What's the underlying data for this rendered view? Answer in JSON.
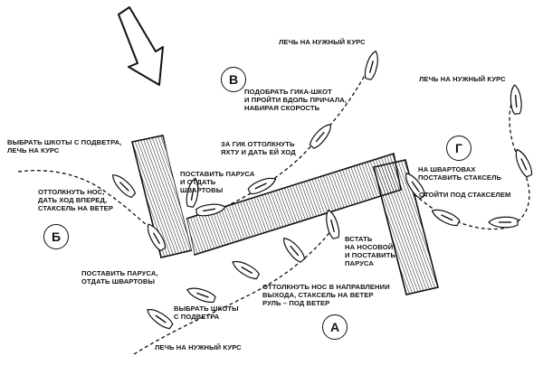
{
  "markers": {
    "a": "А",
    "b": "Б",
    "v": "В",
    "g": "Г"
  },
  "labels": {
    "v_course": "ЛЕЧЬ НА НУЖНЫЙ КУРС",
    "v_main": [
      "ПОДОБРАТЬ ГИКА-ШКОТ",
      "И ПРОЙТИ ВДОЛЬ ПРИЧАЛА,",
      "НАБИРАЯ СКОРОСТЬ"
    ],
    "v_push": [
      "ЗА ГИК ОТТОЛКНУТЬ",
      "ЯХТУ И ДАТЬ ЕЙ ХОД"
    ],
    "v_sails": [
      "ПОСТАВИТЬ ПАРУСА",
      "И ОТДАТЬ",
      "ШВАРТОВЫ"
    ],
    "g_course": "ЛЕЧЬ НА НУЖНЫЙ КУРС",
    "g_moor": [
      "НА ШВАРТОВАХ",
      "ПОСТАВИТЬ СТАКСЕЛЬ"
    ],
    "g_jib": "ОТОЙТИ ПОД СТАКСЕЛЕМ",
    "b_sheets": [
      "ВЫБРАТЬ ШКОТЫ С ПОДВЕТРА,",
      "ЛЕЧЬ НА КУРС"
    ],
    "b_push": [
      "ОТТОЛКНУТЬ НОС,",
      "ДАТЬ ХОД ВПЕРЕД,",
      "СТАКСЕЛЬ НА ВЕТЕР"
    ],
    "b_sails": [
      "ПОСТАВИТЬ ПАРУСА,",
      "ОТДАТЬ ШВАРТОВЫ"
    ],
    "a_bow": [
      "ВСТАТЬ",
      "НА НОСОВОЙ",
      "И ПОСТАВИТЬ",
      "ПАРУСА"
    ],
    "a_push": [
      "ОТТОЛКНУТЬ НОС В НАПРАВЛЕНИИ",
      "ВЫХОДА, СТАКСЕЛЬ НА ВЕТЕР",
      "РУЛЬ – ПОД ВЕТЕР"
    ],
    "a_sheets": [
      "ВЫБРАТЬ ШКОТЫ",
      "С ПОДВЕТРА"
    ],
    "a_course": "ЛЕЧЬ НА НУЖНЫЙ КУРС"
  }
}
